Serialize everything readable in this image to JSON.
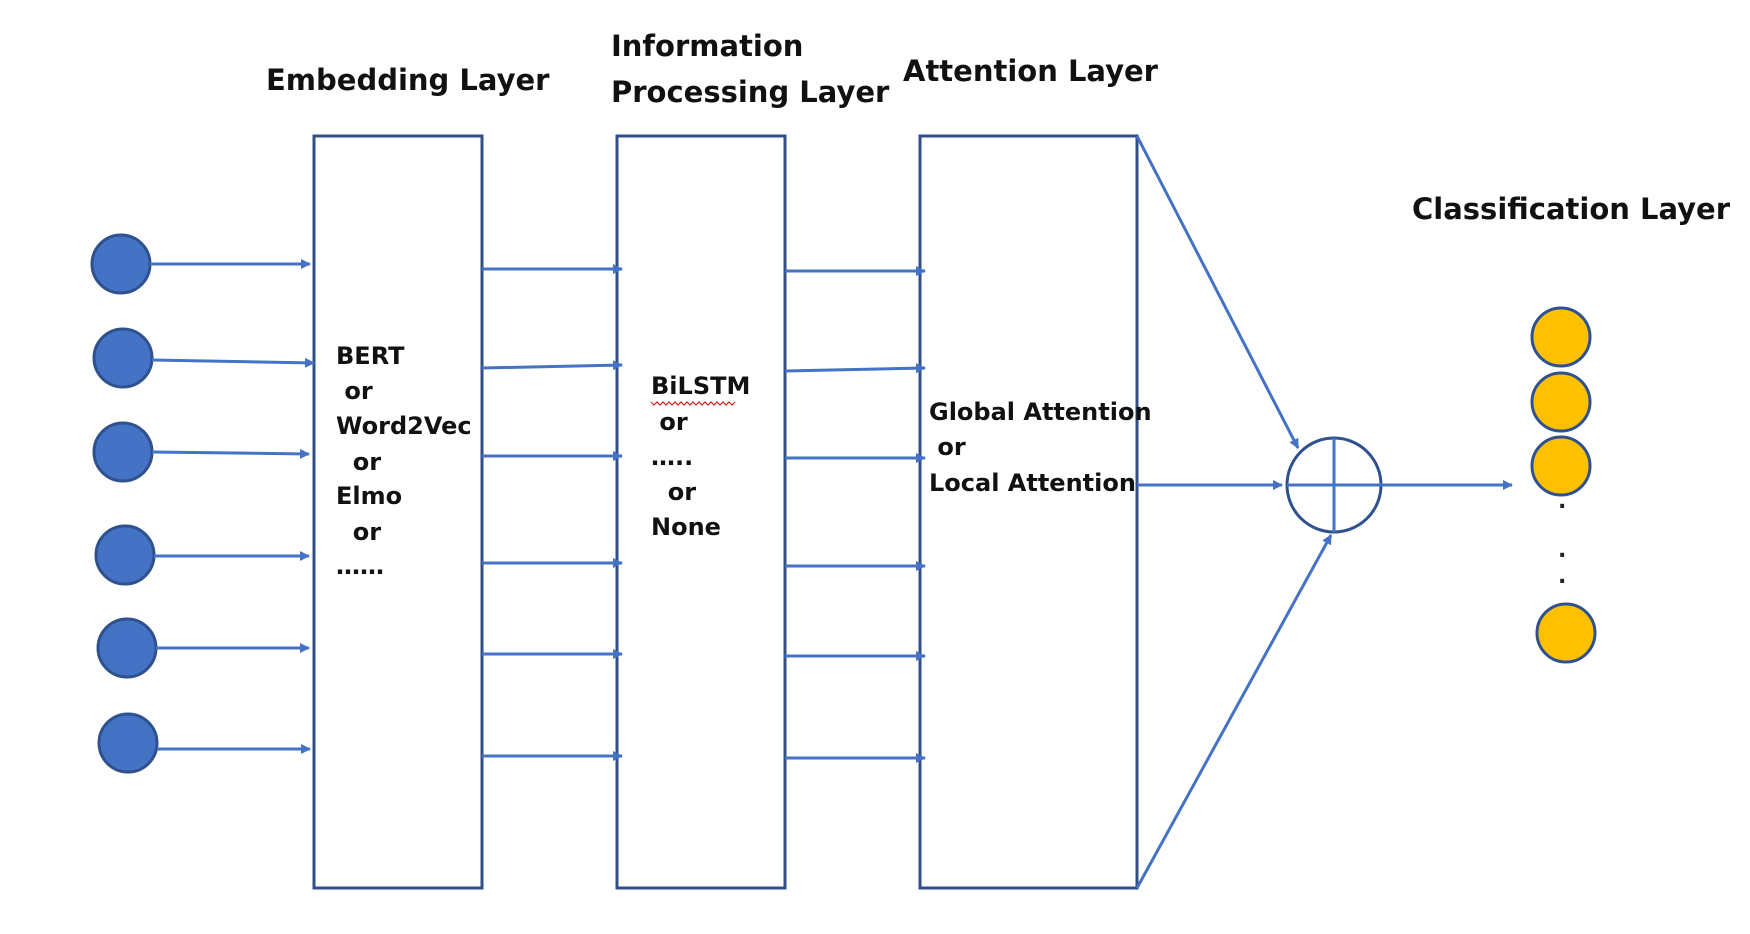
{
  "headings": {
    "embedding": "Embedding Layer",
    "information_line1": "Information",
    "information_line2": "Processing Layer",
    "attention": "Attention Layer",
    "classification": "Classification Layer"
  },
  "embedding_box": {
    "lines": [
      "BERT",
      " or",
      "Word2Vec",
      "  or",
      "Elmo",
      "  or",
      "……"
    ]
  },
  "processing_box": {
    "lines": [
      "BiLSTM",
      " or",
      "…..",
      "  or",
      "None"
    ]
  },
  "attention_box": {
    "lines": [
      "Global Attention",
      " or",
      "Local Attention"
    ]
  },
  "output_dots": [
    ".",
    ".",
    "."
  ],
  "colors": {
    "input_node": "#4472c4",
    "output_node": "#ffc000",
    "arrow": "#4472c4",
    "box_border": "#2f4f86"
  },
  "icons": {
    "sum_node": "circled-plus-icon"
  }
}
